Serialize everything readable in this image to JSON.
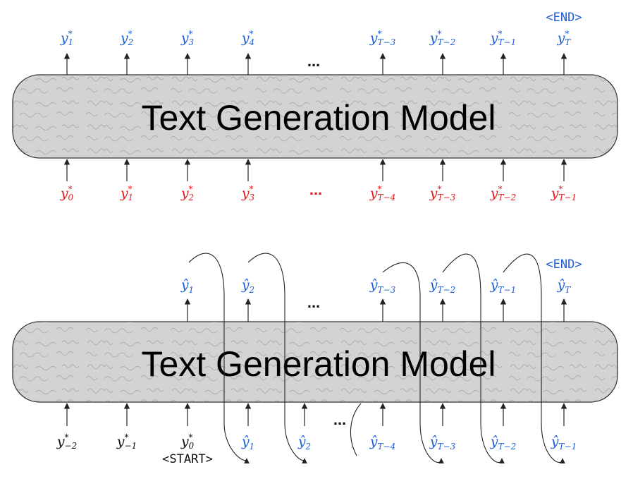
{
  "panels": {
    "top": {
      "model_label": "Text Generation Model",
      "end_tag": "<END>",
      "ellipsis_top": "...",
      "ellipsis_bottom": "...",
      "outputs": [
        {
          "base": "y",
          "sup": "*",
          "sub": "1"
        },
        {
          "base": "y",
          "sup": "*",
          "sub": "2"
        },
        {
          "base": "y",
          "sup": "*",
          "sub": "3"
        },
        {
          "base": "y",
          "sup": "*",
          "sub": "4"
        },
        {
          "base": "y",
          "sup": "*",
          "sub": "T−3"
        },
        {
          "base": "y",
          "sup": "*",
          "sub": "T−2"
        },
        {
          "base": "y",
          "sup": "*",
          "sub": "T−1"
        },
        {
          "base": "y",
          "sup": "*",
          "sub": "T"
        }
      ],
      "inputs": [
        {
          "base": "y",
          "sup": "*",
          "sub": "0"
        },
        {
          "base": "y",
          "sup": "*",
          "sub": "1"
        },
        {
          "base": "y",
          "sup": "*",
          "sub": "2"
        },
        {
          "base": "y",
          "sup": "*",
          "sub": "3"
        },
        {
          "base": "y",
          "sup": "*",
          "sub": "T−4"
        },
        {
          "base": "y",
          "sup": "*",
          "sub": "T−3"
        },
        {
          "base": "y",
          "sup": "*",
          "sub": "T−2"
        },
        {
          "base": "y",
          "sup": "*",
          "sub": "T−1"
        }
      ]
    },
    "bottom": {
      "model_label": "Text Generation Model",
      "end_tag": "<END>",
      "start_tag": "<START>",
      "ellipsis_top": "...",
      "ellipsis_bottom": "...",
      "outputs": [
        {
          "base": "ŷ",
          "sup": "",
          "sub": "1"
        },
        {
          "base": "ŷ",
          "sup": "",
          "sub": "2"
        },
        {
          "base": "ŷ",
          "sup": "",
          "sub": "T−3"
        },
        {
          "base": "ŷ",
          "sup": "",
          "sub": "T−2"
        },
        {
          "base": "ŷ",
          "sup": "",
          "sub": "T−1"
        },
        {
          "base": "ŷ",
          "sup": "",
          "sub": "T"
        }
      ],
      "inputs": [
        {
          "base": "y",
          "sup": "*",
          "sub": "−2"
        },
        {
          "base": "y",
          "sup": "*",
          "sub": "−1"
        },
        {
          "base": "y",
          "sup": "*",
          "sub": "0"
        },
        {
          "base": "ŷ",
          "sup": "",
          "sub": "1"
        },
        {
          "base": "ŷ",
          "sup": "",
          "sub": "2"
        },
        {
          "base": "ŷ",
          "sup": "",
          "sub": "T−4"
        },
        {
          "base": "ŷ",
          "sup": "",
          "sub": "T−3"
        },
        {
          "base": "ŷ",
          "sup": "",
          "sub": "T−2"
        },
        {
          "base": "ŷ",
          "sup": "",
          "sub": "T−1"
        }
      ]
    }
  },
  "colors": {
    "ground_truth_output": "#1f5fd6",
    "ground_truth_input": "#e01b1b",
    "generated": "#1f5fd6",
    "context": "#111111",
    "model_fill": "#d3d3d3"
  }
}
